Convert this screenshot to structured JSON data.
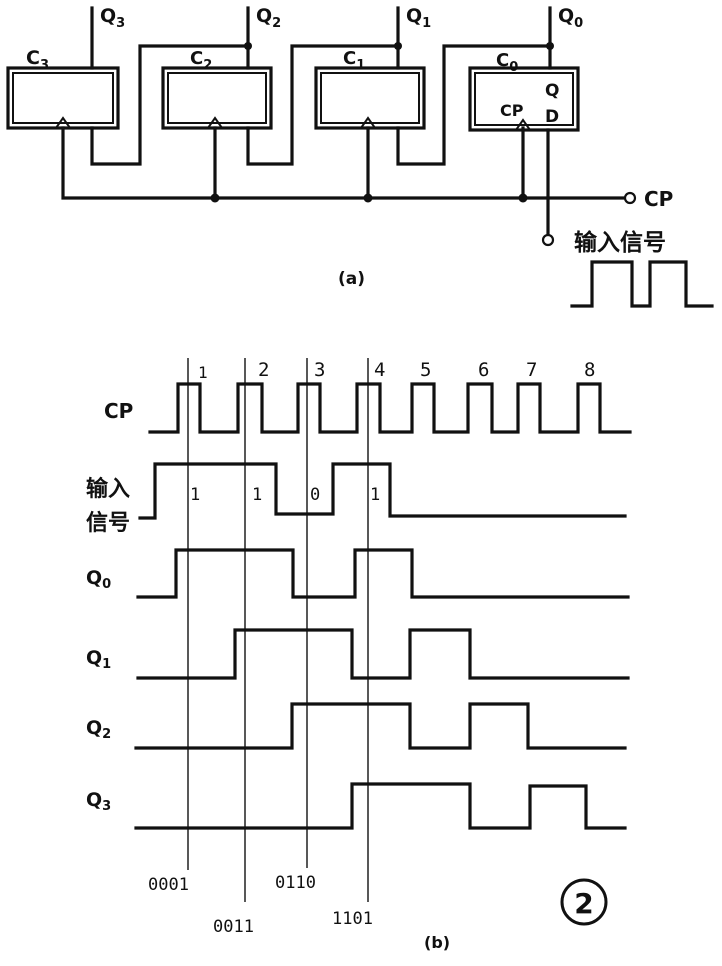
{
  "figure_a": {
    "caption": "(a)",
    "registers": [
      {
        "box_label": "C",
        "box_sub": "3",
        "out_label": "Q",
        "out_sub": "3"
      },
      {
        "box_label": "C",
        "box_sub": "2",
        "out_label": "Q",
        "out_sub": "2"
      },
      {
        "box_label": "C",
        "box_sub": "1",
        "out_label": "Q",
        "out_sub": "1"
      },
      {
        "box_label": "C",
        "box_sub": "0",
        "out_label": "Q",
        "out_sub": "0"
      }
    ],
    "c0_pins": {
      "q": "Q",
      "d": "D",
      "cp": "CP"
    },
    "clock_label": "CP",
    "input_label": "输入信号"
  },
  "figure_b": {
    "caption": "(b)",
    "figure_number": "2",
    "row_labels": {
      "cp": "CP",
      "input_line1": "输入",
      "input_line2": "信号",
      "q0_main": "Q",
      "q0_sub": "0",
      "q1_main": "Q",
      "q1_sub": "1",
      "q2_main": "Q",
      "q2_sub": "2",
      "q3_main": "Q",
      "q3_sub": "3"
    },
    "clock_numbers": [
      "1",
      "2",
      "3",
      "4",
      "5",
      "6",
      "7",
      "8"
    ],
    "input_bits": [
      "1",
      "1",
      "0",
      "1"
    ],
    "state_labels": [
      "0001",
      "0011",
      "0110",
      "1101"
    ]
  }
}
